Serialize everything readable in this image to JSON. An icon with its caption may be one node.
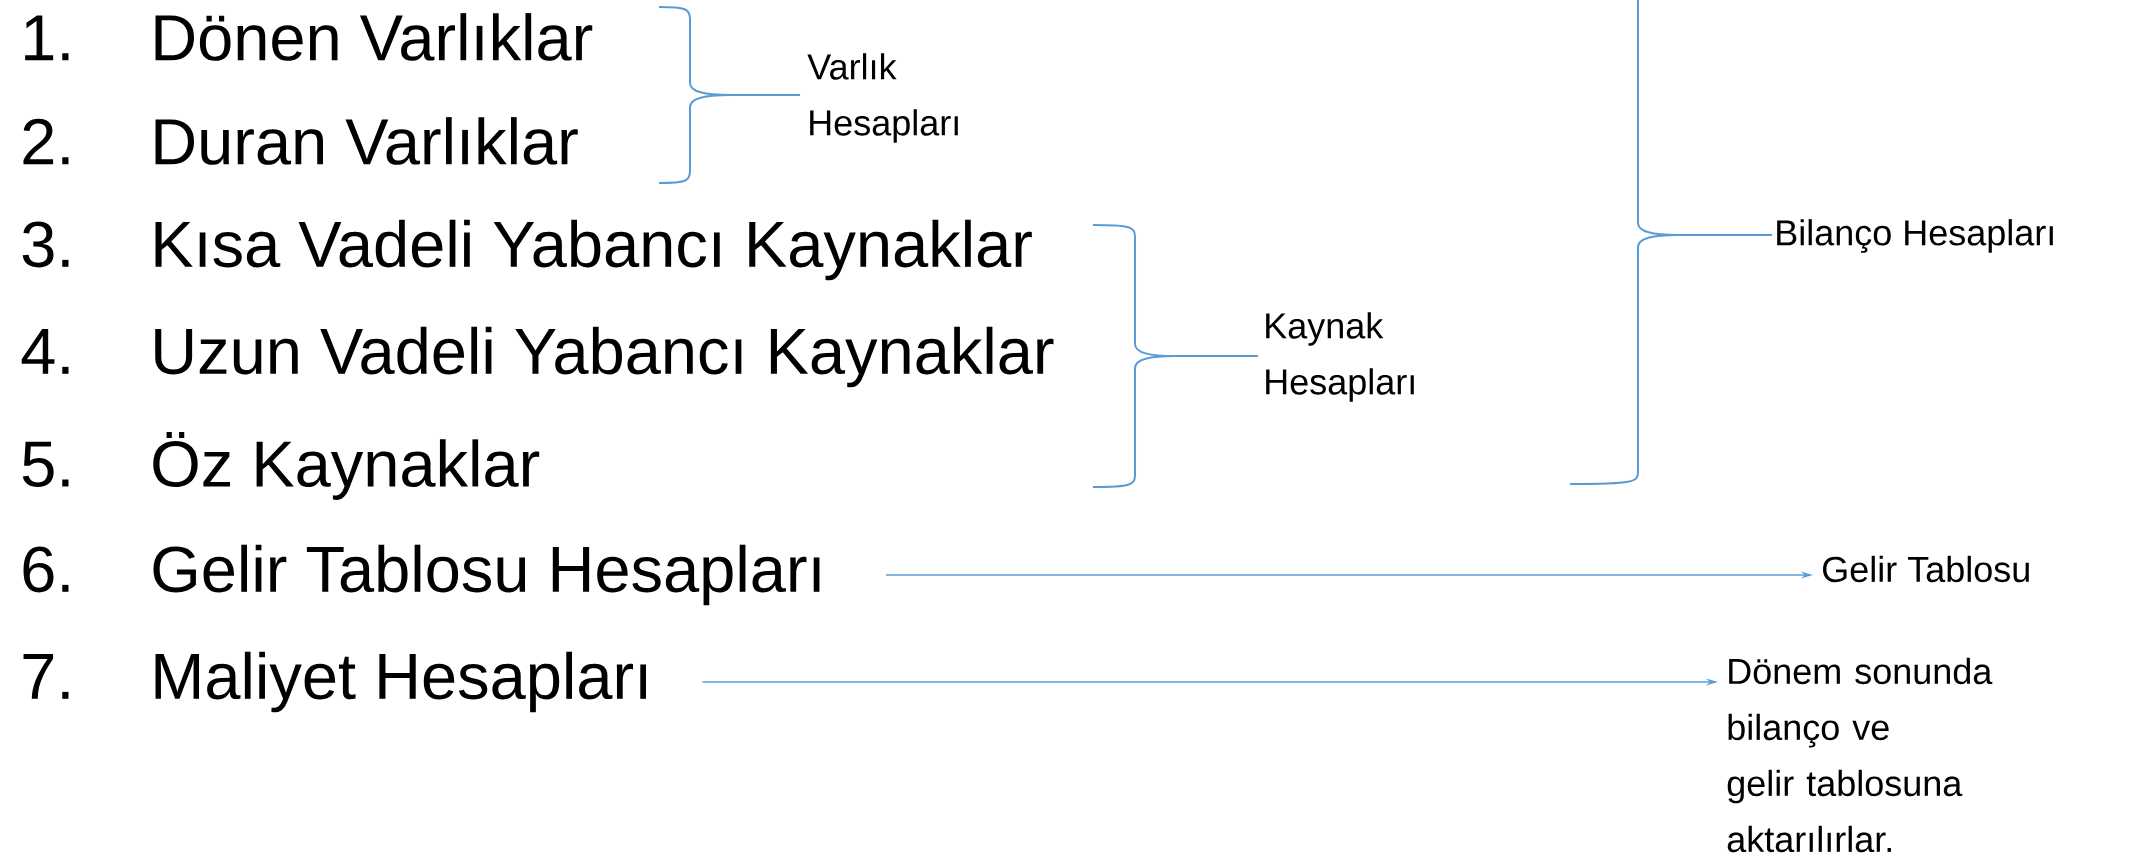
{
  "diagram": {
    "nodes": [
      {
        "text": [
          "1.",
          "Dönen Varlıklar"
        ]
      },
      {
        "text": [
          "2.",
          "Duran Varlıklar"
        ]
      },
      {
        "text": [
          "3.",
          "Kısa Vadeli Yabancı Kaynaklar"
        ]
      },
      {
        "text": [
          "4.",
          "Uzun Vadeli Yabancı Kaynaklar"
        ]
      },
      {
        "text": [
          "5.",
          "Öz Kaynaklar"
        ]
      },
      {
        "text": [
          "6.",
          "Gelir Tablosu Hesapları"
        ]
      },
      {
        "text": [
          "7.",
          "Maliyet Hesapları"
        ]
      },
      {
        "text": [
          "Varlık Hesapları"
        ]
      },
      {
        "text": [
          "Kaynak Hesapları"
        ]
      },
      {
        "text": [
          "Bilanço Hesapları"
        ]
      },
      {
        "text": [
          "Gelir Tablosu"
        ]
      },
      {
        "text": [
          "Dönem sonunda bilanço ve gelir tablosuna aktarılırlar."
        ]
      }
    ],
    "edges": [
      {
        "from": 5,
        "to": 10,
        "arrow": "to"
      },
      {
        "from": 6,
        "to": 11,
        "arrow": "to"
      }
    ]
  }
}
